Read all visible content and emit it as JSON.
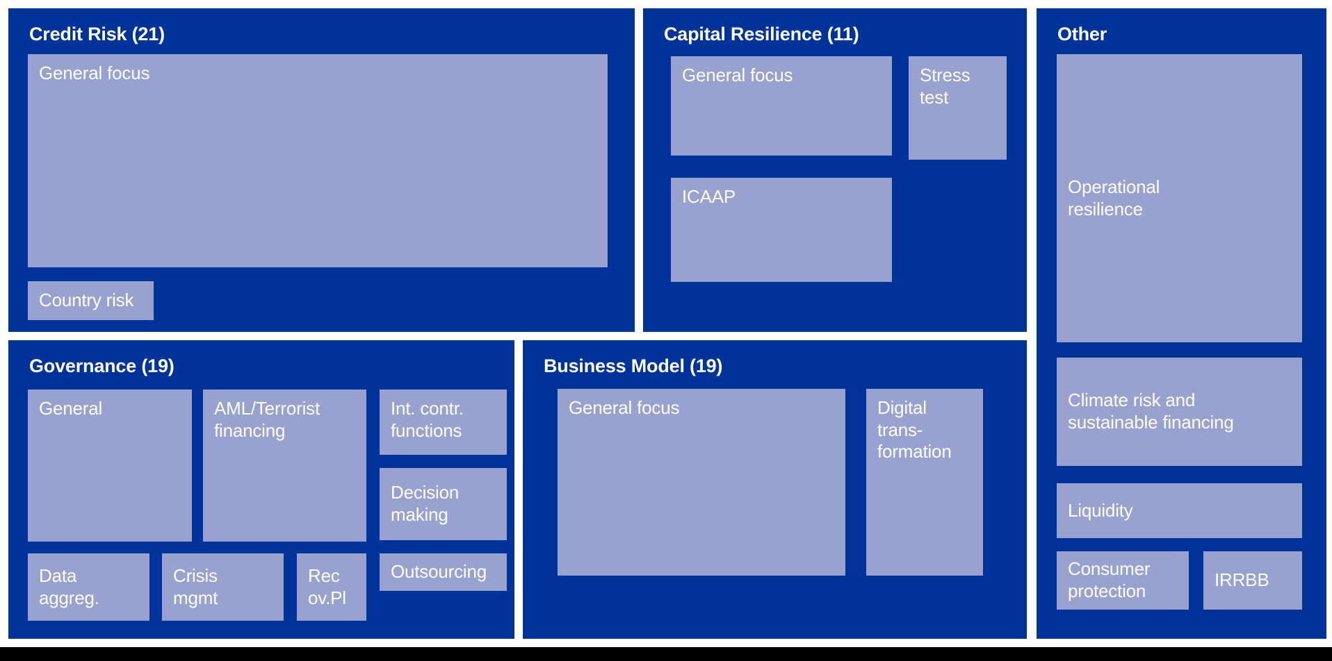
{
  "colors": {
    "background": "#FFFFFF",
    "panel_blue": "#003399",
    "box_lavender": "#99A2CF",
    "label_text": "#FFFFFF",
    "footer_black": "#000000"
  },
  "sections": [
    {
      "title": "Credit Risk (21)",
      "items": [
        {
          "label": "General focus"
        },
        {
          "label": "Country risk"
        }
      ]
    },
    {
      "title": "Capital Resilience (11)",
      "items": [
        {
          "label": "General focus"
        },
        {
          "label": "Stress\ntest"
        },
        {
          "label": "ICAAP"
        }
      ]
    },
    {
      "title": "Other",
      "items": [
        {
          "label": "Operational\nresilience"
        },
        {
          "label": "Climate risk and\nsustainable financing"
        },
        {
          "label": "Liquidity"
        },
        {
          "label": "Consumer\nprotection"
        },
        {
          "label": "IRRBB"
        }
      ]
    },
    {
      "title": "Governance (19)",
      "items": [
        {
          "label": "General"
        },
        {
          "label": "AML/Terrorist\nfinancing"
        },
        {
          "label": "Int. contr.\nfunctions"
        },
        {
          "label": "Decision\nmaking"
        },
        {
          "label": "Outsourcing"
        },
        {
          "label": "Data\naggreg."
        },
        {
          "label": "Crisis\nmgmt"
        },
        {
          "label": "Rec\nov.Pl"
        }
      ]
    },
    {
      "title": "Business Model (19)",
      "items": [
        {
          "label": "General focus"
        },
        {
          "label": "Digital\ntrans-\nformation"
        }
      ]
    }
  ],
  "chart_data": {
    "type": "treemap",
    "title": "",
    "legend": false,
    "groups": [
      {
        "name": "Credit Risk",
        "count": 21,
        "children": [
          "General focus",
          "Country risk"
        ]
      },
      {
        "name": "Capital Resilience",
        "count": 11,
        "children": [
          "General focus",
          "Stress test",
          "ICAAP"
        ]
      },
      {
        "name": "Governance",
        "count": 19,
        "children": [
          "General",
          "AML/Terrorist financing",
          "Int. contr. functions",
          "Decision making",
          "Outsourcing",
          "Data aggreg.",
          "Crisis mgmt",
          "Recov.Pl"
        ]
      },
      {
        "name": "Business Model",
        "count": 19,
        "children": [
          "General focus",
          "Digital transformation"
        ]
      },
      {
        "name": "Other",
        "count": null,
        "children": [
          "Operational resilience",
          "Climate risk and sustainable financing",
          "Liquidity",
          "Consumer protection",
          "IRRBB"
        ]
      }
    ]
  }
}
